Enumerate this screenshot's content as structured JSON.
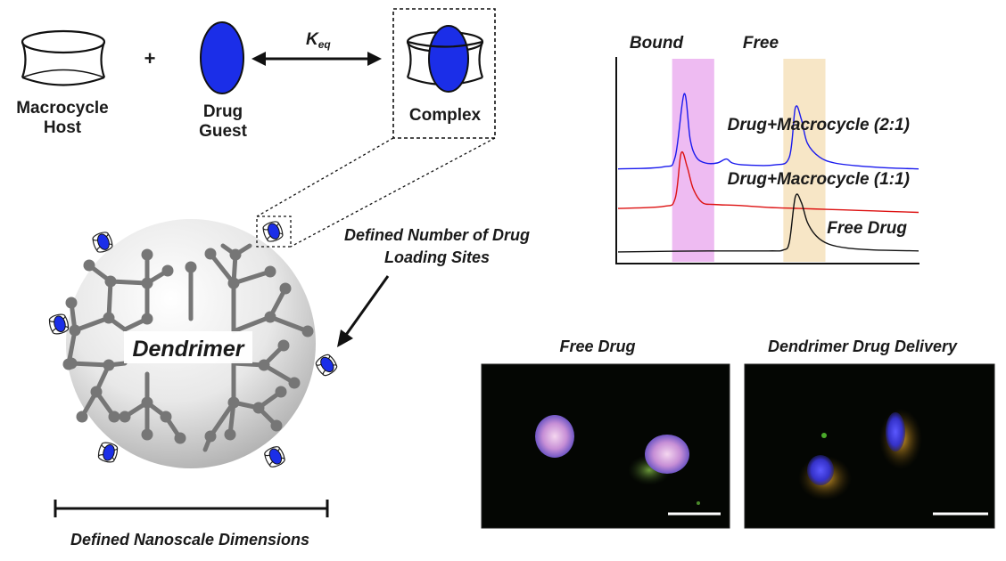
{
  "equilibrium": {
    "host_label_line1": "Macrocycle",
    "host_label_line2": "Host",
    "plus": "+",
    "guest_label_line1": "Drug",
    "guest_label_line2": "Guest",
    "k_symbol": "K",
    "k_subscript": "eq",
    "complex_label": "Complex"
  },
  "dendrimer": {
    "core_label": "Dendrimer",
    "sites_label_line1": "Defined Number of Drug",
    "sites_label_line2": "Loading Sites",
    "dimension_label": "Defined Nanoscale Dimensions"
  },
  "chromatogram": {
    "bound_label": "Bound",
    "free_label": "Free",
    "bound_band_color": "#eebbf2",
    "free_band_color": "#f7e6c6"
  },
  "chart_data": {
    "type": "line",
    "title": "",
    "xlabel": "",
    "ylabel": "",
    "regions": [
      {
        "name": "Bound",
        "x_range": [
          0.18,
          0.32
        ],
        "color": "#eebbf2"
      },
      {
        "name": "Free",
        "x_range": [
          0.55,
          0.69
        ],
        "color": "#f7e6c6"
      }
    ],
    "series": [
      {
        "name": "Drug+Macrocycle (2:1)",
        "color": "#1a1aee",
        "x": [
          0.0,
          0.15,
          0.19,
          0.22,
          0.24,
          0.26,
          0.29,
          0.33,
          0.36,
          0.38,
          0.42,
          0.52,
          0.57,
          0.59,
          0.61,
          0.63,
          0.67,
          0.72,
          0.8,
          0.9,
          1.0
        ],
        "y": [
          0.47,
          0.48,
          0.53,
          0.85,
          0.62,
          0.53,
          0.5,
          0.5,
          0.52,
          0.5,
          0.49,
          0.49,
          0.53,
          0.78,
          0.72,
          0.6,
          0.53,
          0.5,
          0.485,
          0.475,
          0.47
        ]
      },
      {
        "name": "Drug+Macrocycle (1:1)",
        "color": "#dd1111",
        "x": [
          0.0,
          0.15,
          0.19,
          0.21,
          0.23,
          0.25,
          0.28,
          0.32,
          0.4,
          0.5,
          0.6,
          0.7,
          0.8,
          0.9,
          1.0
        ],
        "y": [
          0.27,
          0.28,
          0.32,
          0.55,
          0.48,
          0.37,
          0.3,
          0.29,
          0.285,
          0.275,
          0.27,
          0.265,
          0.26,
          0.255,
          0.25
        ]
      },
      {
        "name": "Free Drug",
        "color": "#111111",
        "x": [
          0.0,
          0.3,
          0.5,
          0.55,
          0.57,
          0.59,
          0.61,
          0.63,
          0.66,
          0.7,
          0.76,
          0.85,
          1.0
        ],
        "y": [
          0.05,
          0.055,
          0.055,
          0.06,
          0.1,
          0.33,
          0.3,
          0.2,
          0.13,
          0.09,
          0.07,
          0.06,
          0.055
        ]
      }
    ]
  },
  "microscopy": {
    "left_title": "Free Drug",
    "right_title": "Dendrimer Drug Delivery",
    "left_title_color": "#1a1a1a",
    "right_title_color": "#d01010"
  }
}
